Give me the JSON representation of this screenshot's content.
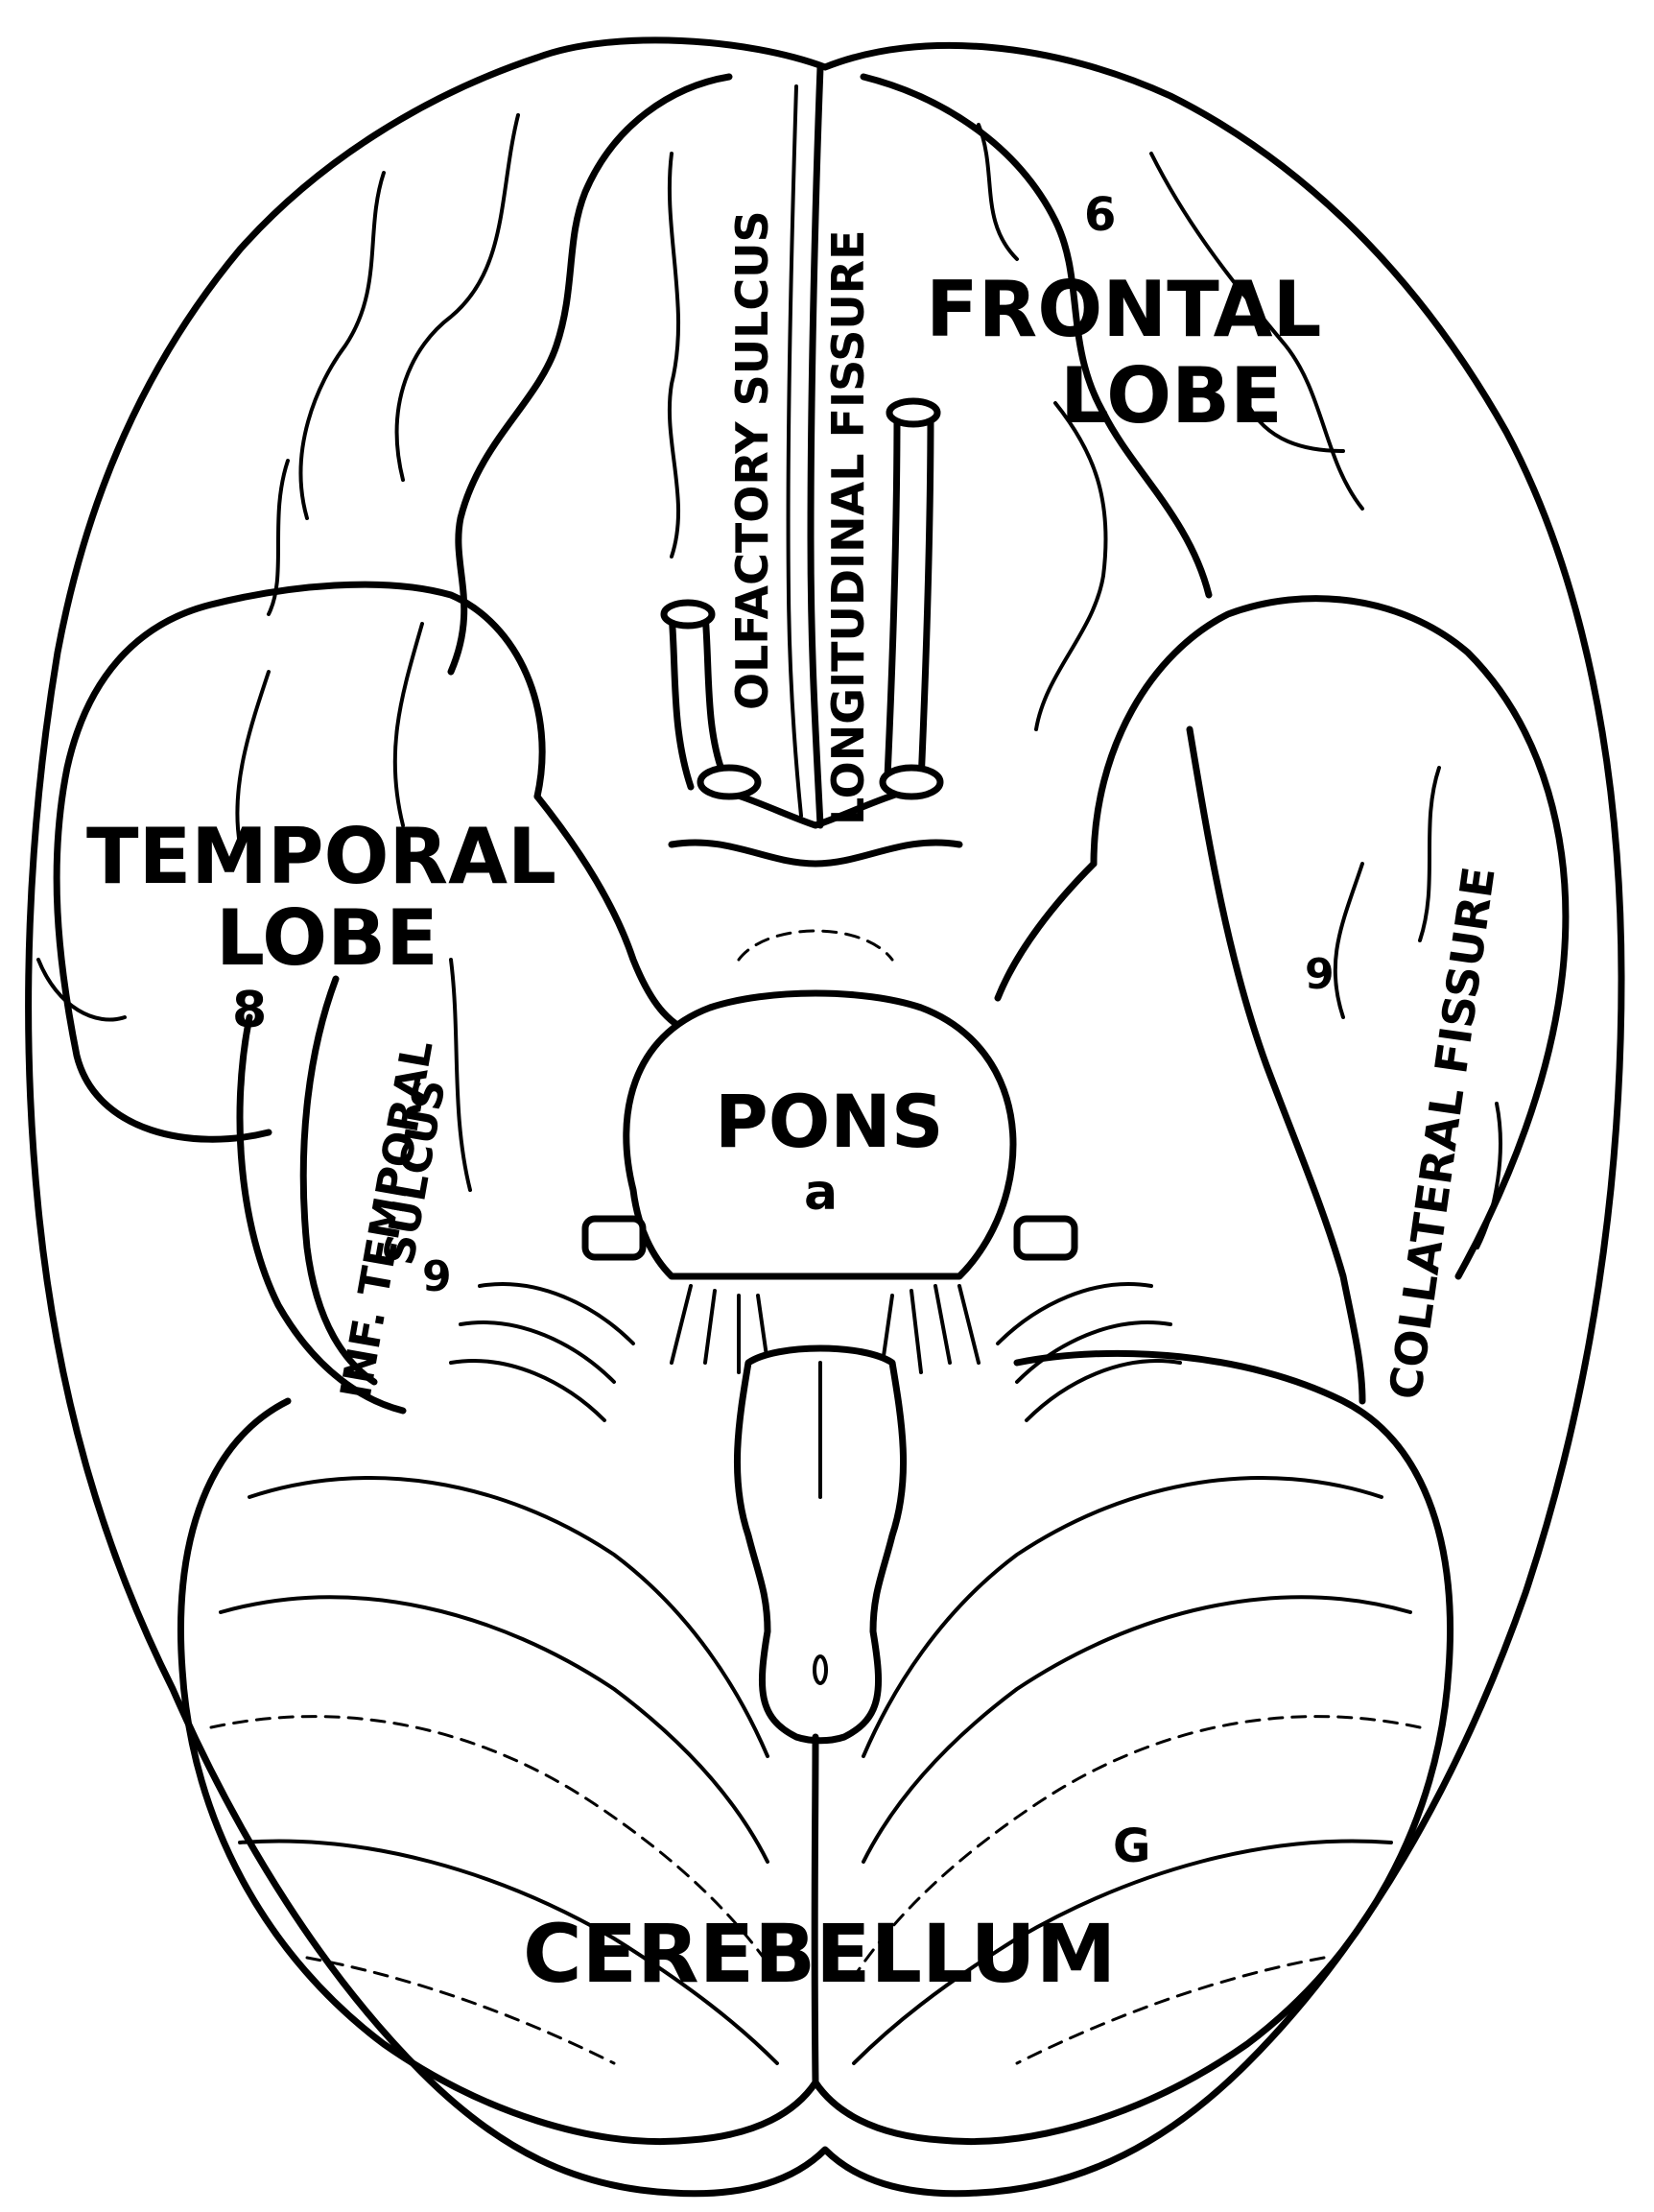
{
  "labels": {
    "olfactory_sulcus": "OLFACTORY SULCUS",
    "longitudinal_fissure": "LONGITUDINAL FISSURE",
    "frontal_lobe_line1": "FRONTAL",
    "frontal_lobe_line2": "LOBE",
    "frontal_marker": "6",
    "temporal_lobe_line1": "TEMPORAL",
    "temporal_lobe_line2": "LOBE",
    "temporal_marker": "8",
    "inf_temporal_sulcus_line1": "INF. TEMPORAL",
    "inf_temporal_sulcus_line2": "SULCUS",
    "inf_temporal_marker": "9",
    "collateral_fissure": "COLLATERAL FISSURE",
    "collateral_marker": "9",
    "pons": "PONS",
    "pons_marker": "a",
    "cerebellum": "CEREBELLUM",
    "cerebellum_marker": "G"
  },
  "colors": {
    "ink": "#000000",
    "paper": "#ffffff"
  }
}
